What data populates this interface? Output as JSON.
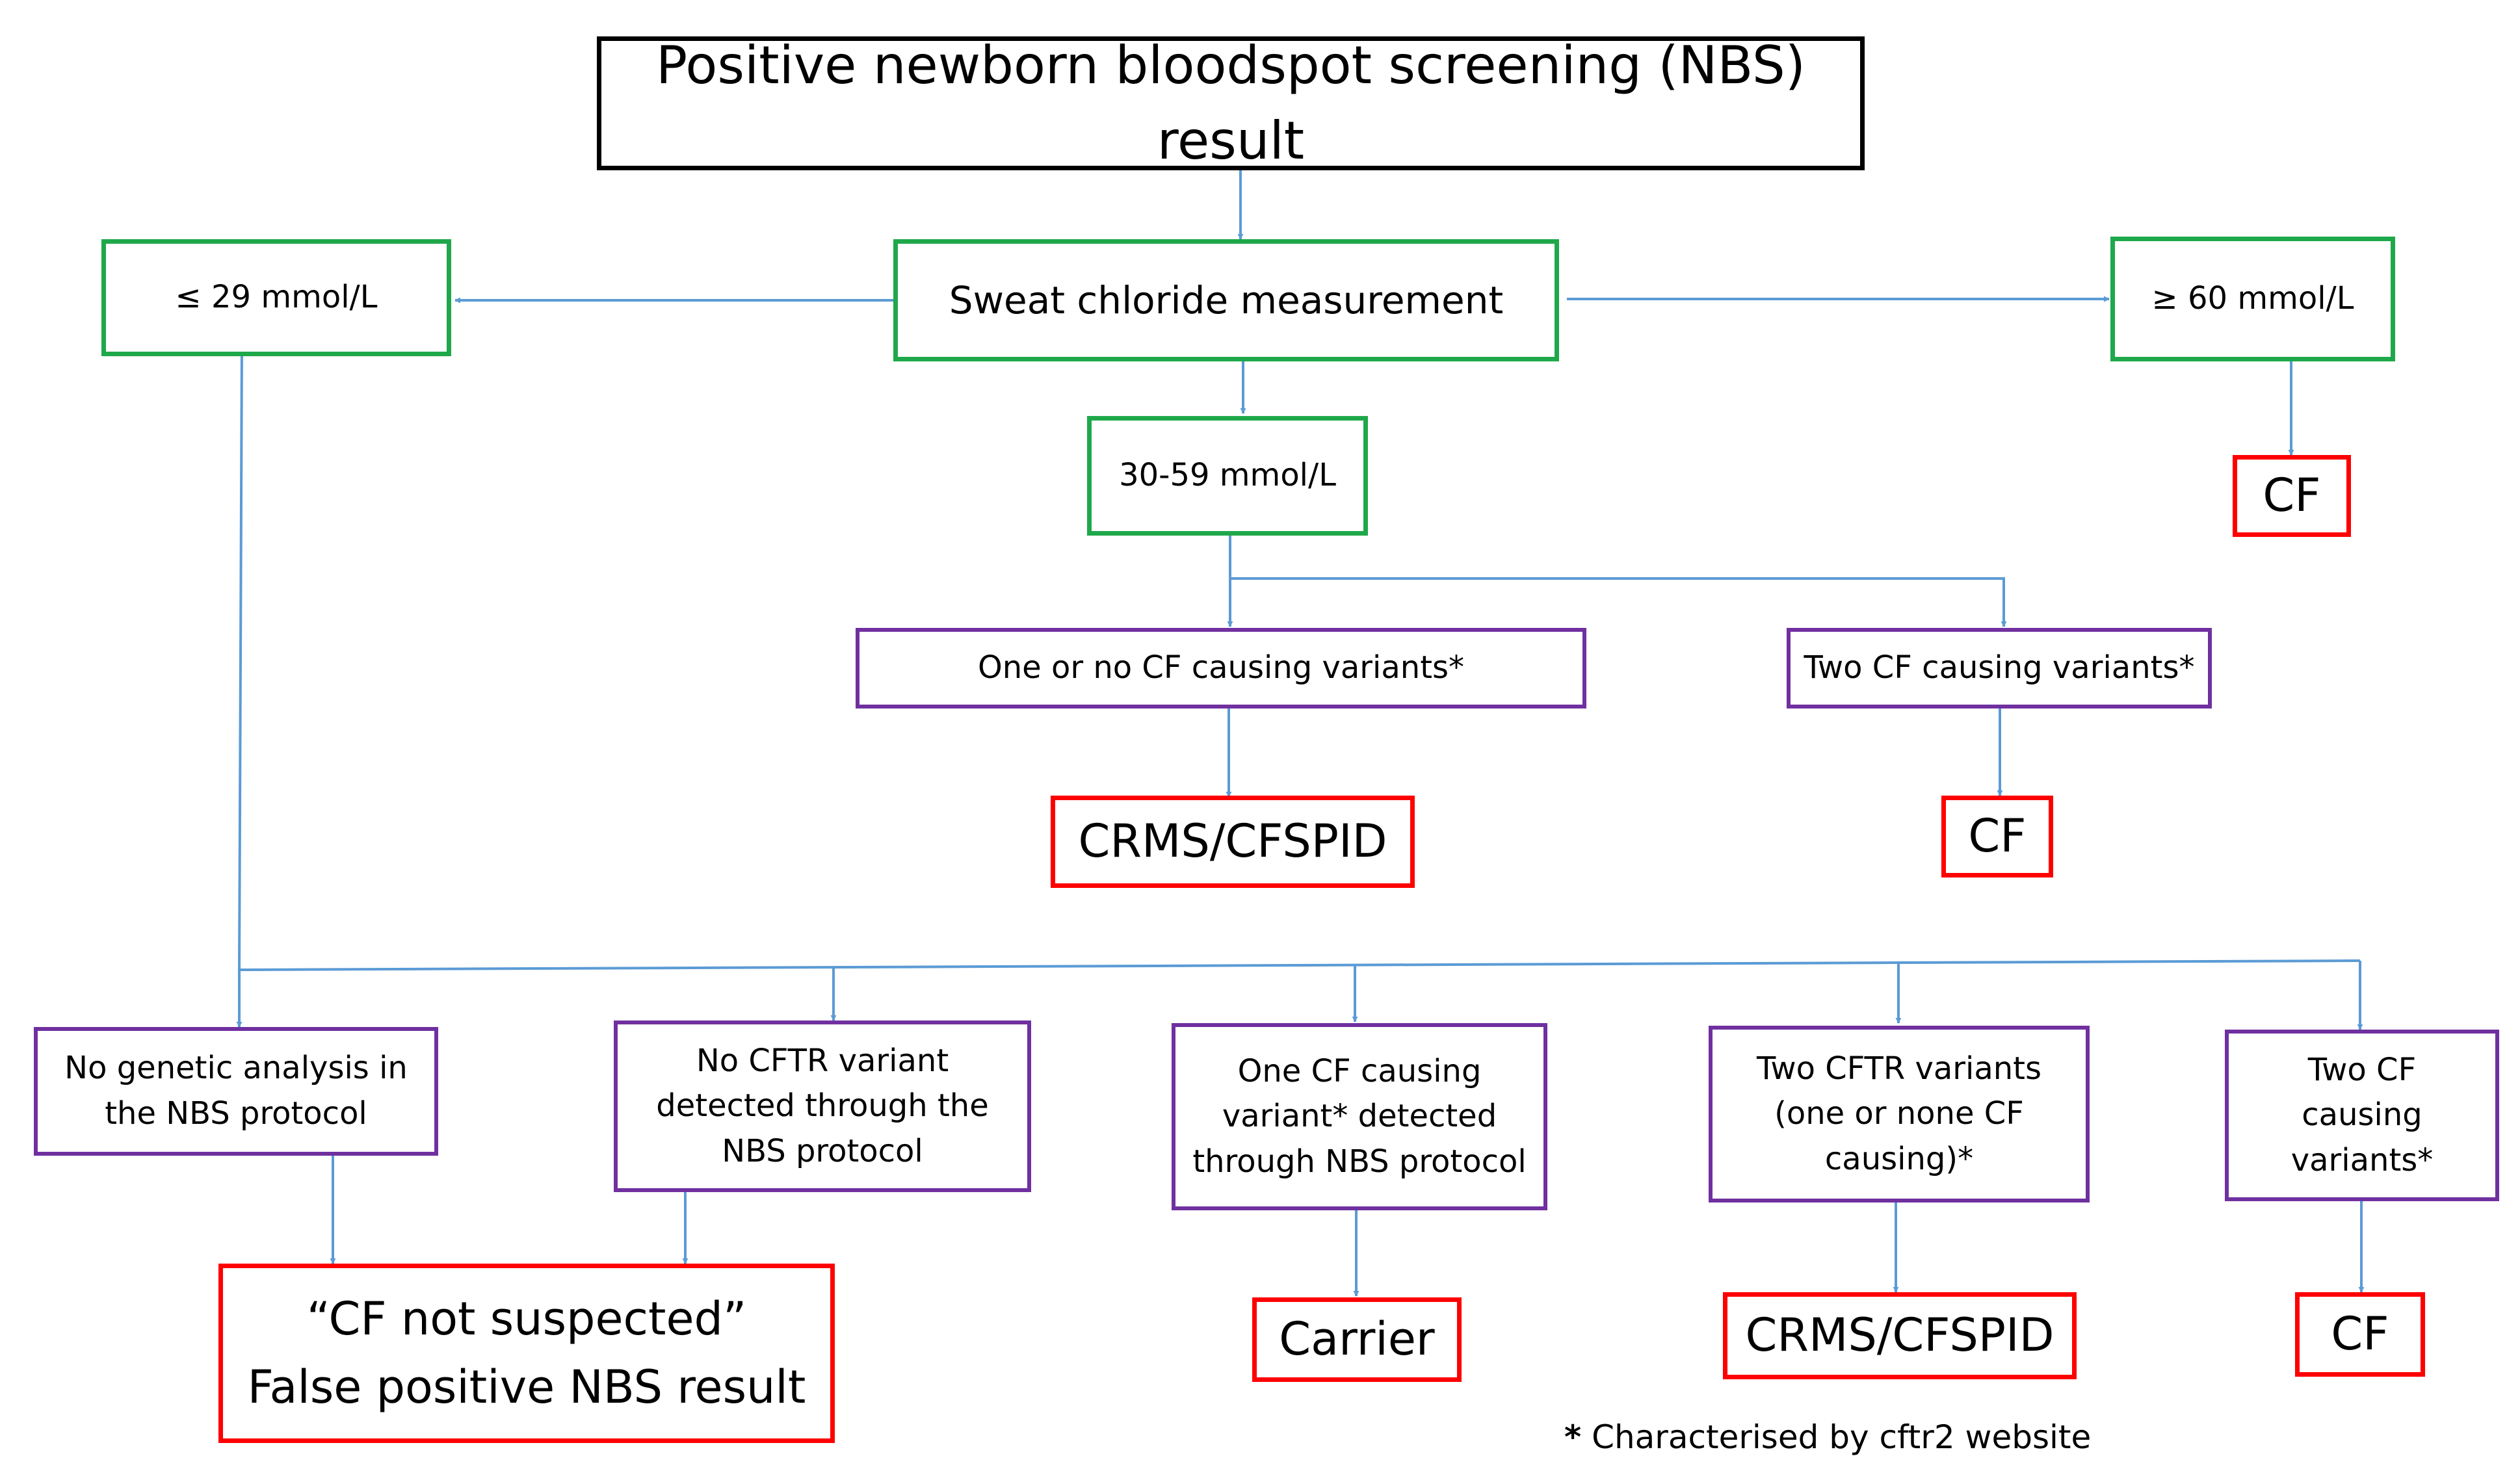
{
  "colors": {
    "arrow": "#5b9bd5",
    "black_border": "#000000",
    "green_border": "#1fa84a",
    "purple_border": "#7030a0",
    "red_border": "#ff0000"
  },
  "nodes": {
    "start": "Positive newborn bloodspot screening (NBS) result",
    "sweat": "Sweat chloride measurement",
    "low": "≤ 29 mmol/L",
    "mid": "30-59 mmol/L",
    "high": "≥ 60 mmol/L",
    "cf_high": "CF",
    "one_or_no": "One or no CF causing variants*",
    "two_mid": "Two CF causing variants*",
    "crms_mid": "CRMS/CFSPID",
    "cf_mid": "CF",
    "no_genetic": [
      "No genetic analysis in",
      "the NBS protocol"
    ],
    "no_cftr": [
      "No CFTR variant",
      "detected through the",
      "NBS protocol"
    ],
    "one_cf": [
      "One CF causing",
      "variant* detected",
      "through NBS protocol"
    ],
    "two_cftr": [
      "Two CFTR variants",
      "(one or none CF",
      "causing)*"
    ],
    "two_cf": [
      "Two CF",
      "causing",
      "variants*"
    ],
    "not_suspected": [
      "“CF not suspected”",
      "False positive NBS result"
    ],
    "carrier": "Carrier",
    "crms_low": "CRMS/CFSPID",
    "cf_low": "CF"
  },
  "footnote": {
    "star": "*",
    "text": "Characterised by cftr2 website"
  }
}
